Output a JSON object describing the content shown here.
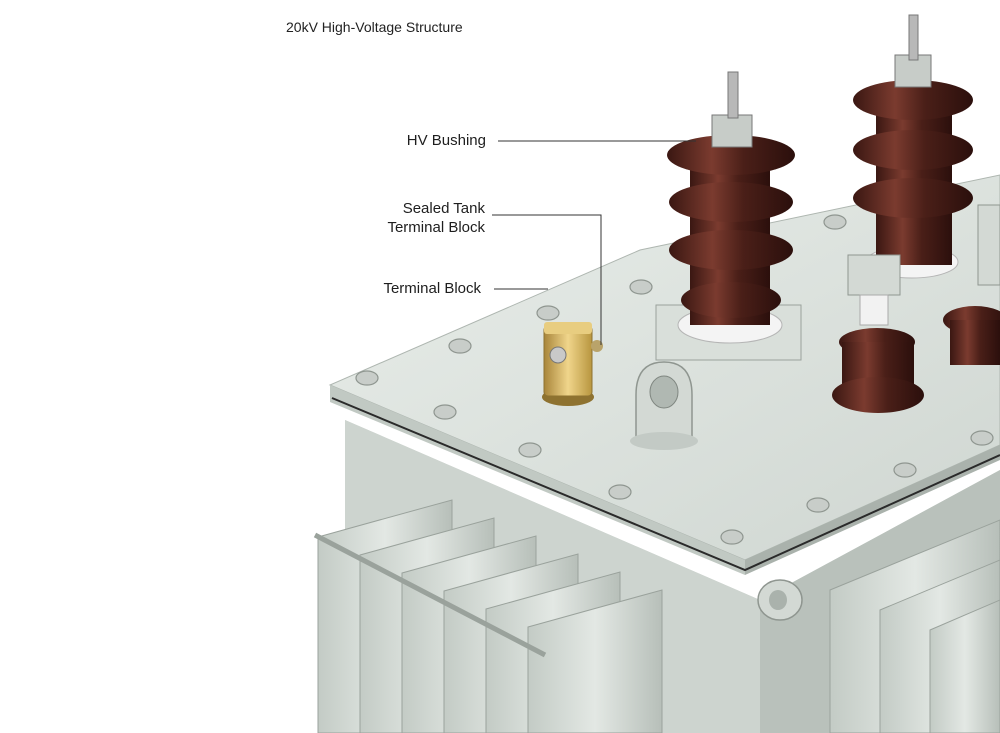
{
  "title": "20kV High-Voltage Structure",
  "callouts": {
    "hv_bushing": "HV Bushing",
    "sealed_tank_line1": "Sealed Tank",
    "sealed_tank_line2": "Terminal Block",
    "terminal_block": "Terminal Block"
  },
  "colors": {
    "tank": "#d7ddd8",
    "tank_shadow": "#b8c0ba",
    "porcelain": "#4a1f18",
    "porcelain_highlight": "#7b3b2f",
    "brass": "#d4b463",
    "leader_line": "#333333"
  }
}
